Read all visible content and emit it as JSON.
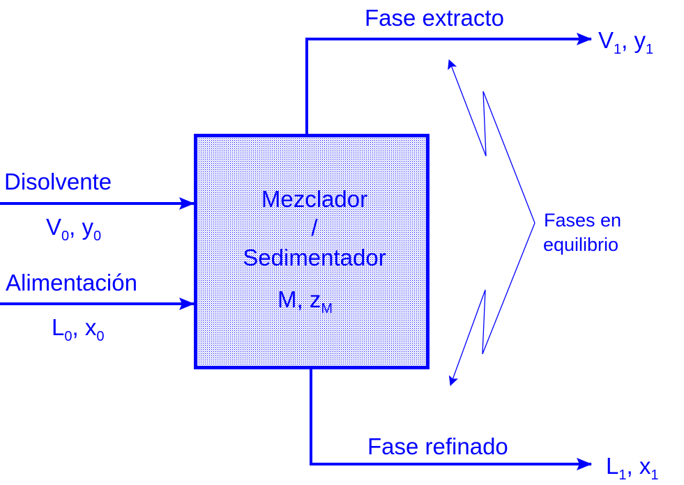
{
  "colors": {
    "stroke": "#0000ff",
    "fill_dots": "#0000ff",
    "background": "#ffffff"
  },
  "unit": {
    "line1": "Mezclador",
    "line2": "/",
    "line3": "Sedimentador",
    "var_main": "M, z",
    "var_sub": "M"
  },
  "inputs": {
    "solvent": {
      "label": "Disolvente",
      "var1": "V",
      "sub1": "0",
      "sep": ", y",
      "sub2": "0"
    },
    "feed": {
      "label": "Alimentación",
      "var1": "L",
      "sub1": "0",
      "sep": ", x",
      "sub2": "0"
    }
  },
  "outputs": {
    "extract": {
      "label": "Fase extracto",
      "var1": "V",
      "sub1": "1",
      "sep": ", y",
      "sub2": "1"
    },
    "raffinate": {
      "label": "Fase refinado",
      "var1": "L",
      "sub1": "1",
      "sep": ", x",
      "sub2": "1"
    }
  },
  "equilibrium": {
    "line1": "Fases en",
    "line2": "equilibrio"
  }
}
